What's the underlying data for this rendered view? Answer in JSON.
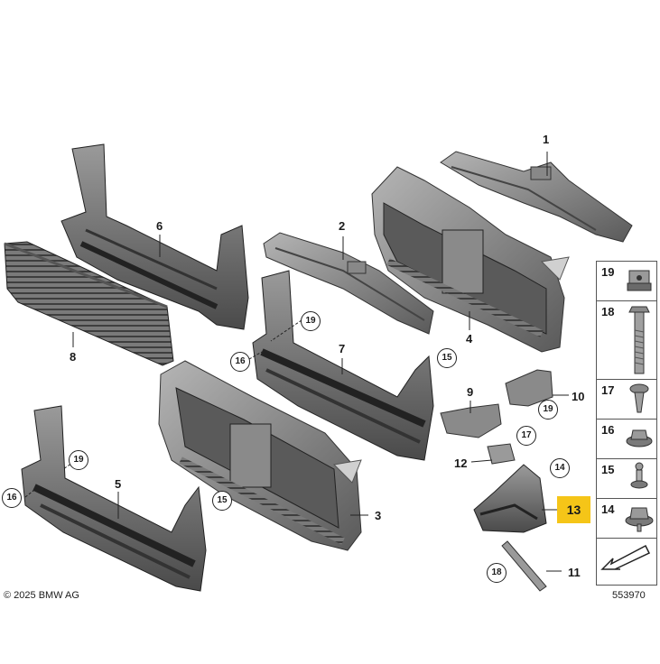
{
  "diagram": {
    "copyright": "© 2025 BMW AG",
    "document_number": "553970",
    "highlighted_part": "13",
    "part_labels": [
      "1",
      "2",
      "3",
      "4",
      "5",
      "6",
      "7",
      "8",
      "9",
      "10",
      "11",
      "12",
      "13"
    ],
    "small_parts": [
      "14",
      "15",
      "16",
      "17",
      "18",
      "19"
    ],
    "legend": [
      "19",
      "18",
      "17",
      "16",
      "15",
      "14"
    ],
    "circled": {
      "c19a": "19",
      "c16a": "16",
      "c15a": "15",
      "c19b": "19",
      "c17a": "17",
      "c14a": "14",
      "c19c": "19",
      "c16b": "16",
      "c15b": "15",
      "c18a": "18"
    }
  }
}
